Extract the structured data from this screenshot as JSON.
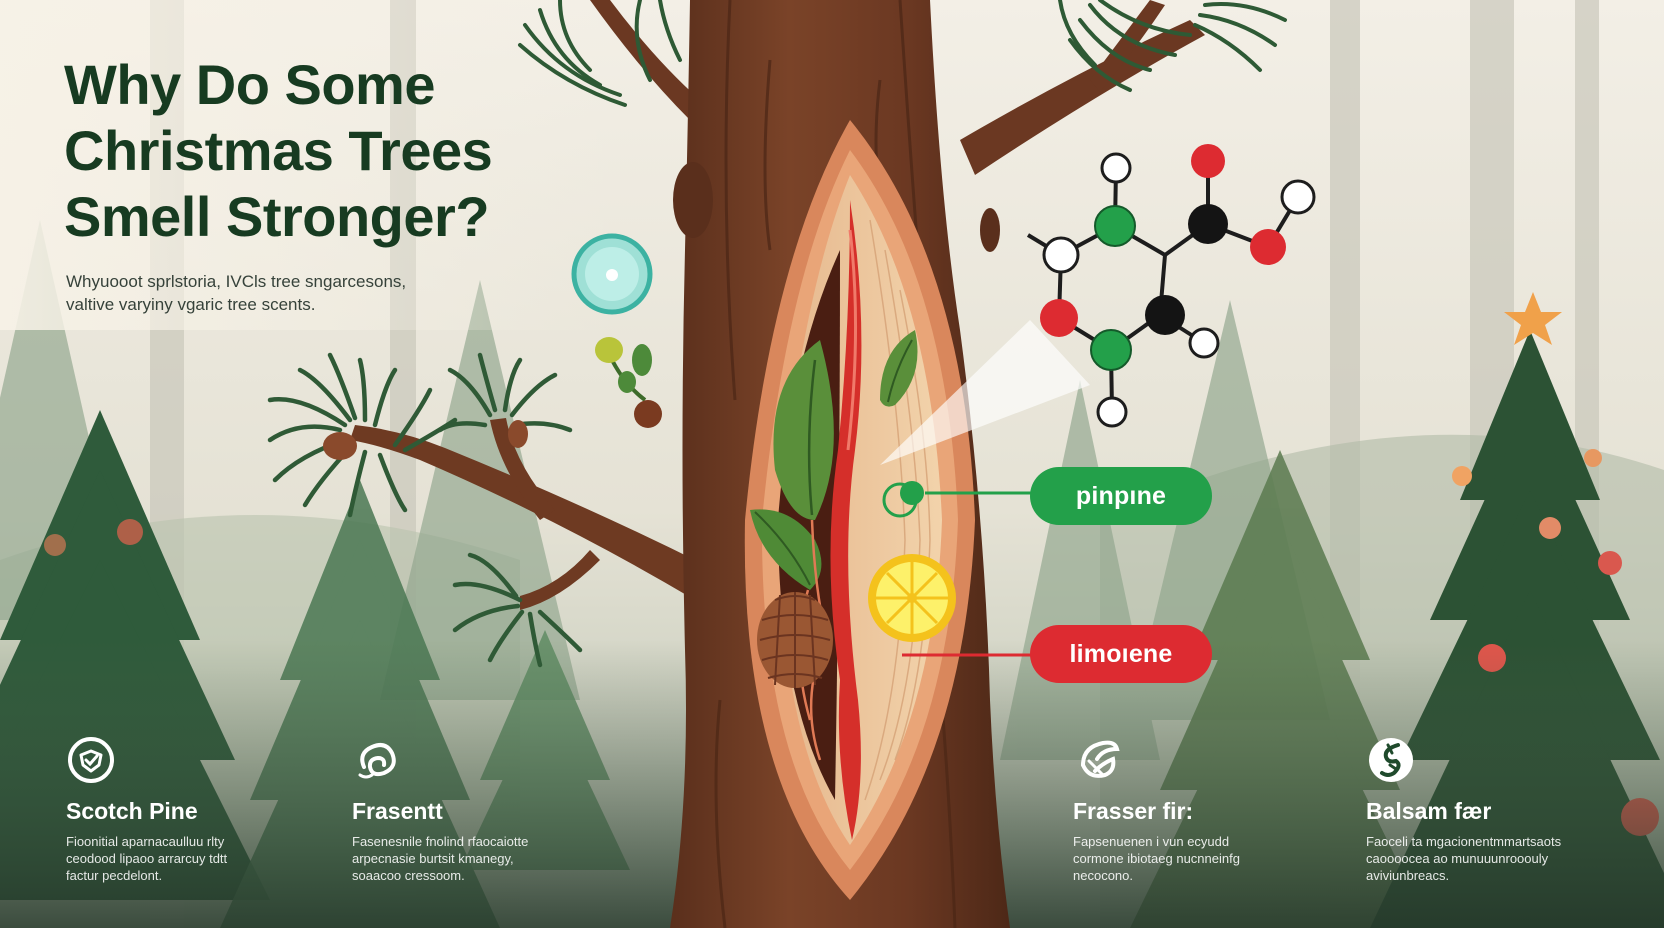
{
  "title": {
    "lines": [
      "Why Do Some",
      "Christmas Trees",
      "Smell Stronger?"
    ]
  },
  "subtitle": {
    "lines": [
      "Whyuooot sprlstoria, IVCls tree sngarcesons,",
      "valtive varyiny vgaric tree scents."
    ]
  },
  "labels": {
    "pinene": "pinpıne",
    "limonene": "limoıene"
  },
  "tree_cards": [
    {
      "name": "Scotch Pine",
      "icon": "shield-check-icon",
      "desc_lines": [
        "Fioonitial aparnacaulluu rlty",
        "ceodood lipaoo arrarcuy tdtt",
        "factur pecdelont."
      ]
    },
    {
      "name": "Frasentt",
      "icon": "scent-swirl-icon",
      "desc_lines": [
        "Fasenesnile fnolind rfaocaiotte",
        "arpecnasie burtsit kmanegy,",
        "soaacoo cressoom."
      ]
    },
    {
      "name": "Frasser fir:",
      "icon": "leaf-swirl-icon",
      "desc_lines": [
        "Fapsenuenen i vun ecyudd",
        "cormone ibiotaeg nucnneinfg",
        "necocono."
      ]
    },
    {
      "name": "Balsam fær",
      "icon": "tree-spiral-icon",
      "desc_lines": [
        "Faoceli ta mgacionentmmartsaots",
        "caoooocea ao munuuunrooouly",
        "aviviunbreacs."
      ]
    }
  ],
  "colors": {
    "title": "#173b21",
    "pinene_pill": "#23a04a",
    "limonene_pill": "#dd2b31",
    "trunk": "#6a3822",
    "foliage_dark": "#2f4f35",
    "background": "#efe9dd"
  }
}
